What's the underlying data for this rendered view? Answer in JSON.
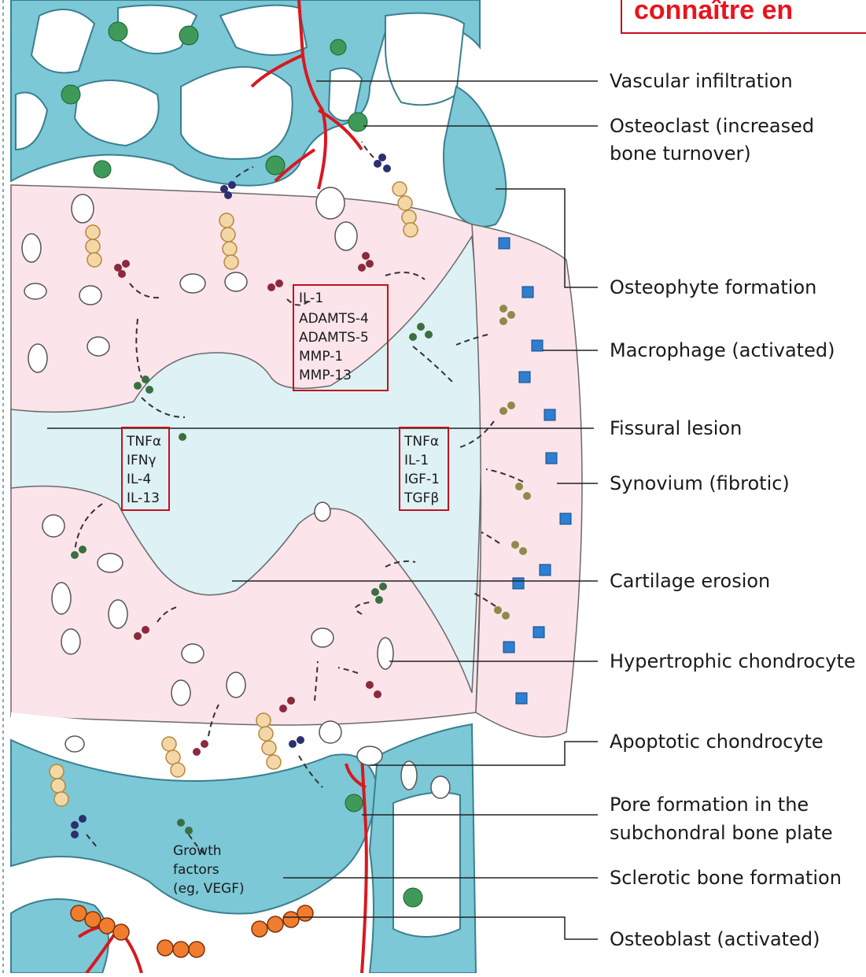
{
  "title_fragment": "connaître en",
  "labels": [
    "Vascular infiltration",
    "Osteoclast (increased",
    "bone turnover)",
    "Osteophyte formation",
    "Macrophage (activated)",
    "Fissural lesion",
    "Synovium (fibrotic)",
    "Cartilage erosion",
    "Hypertrophic chondrocyte",
    "Apoptotic chondrocyte",
    "Pore formation in the",
    "subchondral bone plate",
    "Sclerotic bone formation",
    "Osteoblast (activated)"
  ],
  "box_upper": [
    "IL-1",
    "ADAMTS-4",
    "ADAMTS-5",
    "MMP-1",
    "MMP-13"
  ],
  "box_left": [
    "TNFα",
    "IFNγ",
    "IL-4",
    "IL-13"
  ],
  "box_right": [
    "TNFα",
    "IL-1",
    "IGF-1",
    "TGFβ"
  ],
  "growth_factors": [
    "Growth",
    "factors",
    "(eg, VEGF)"
  ],
  "colors": {
    "bone": "#7cc8d6",
    "bone_edge": "#3a7f8f",
    "cartilage": "#fbe4ea",
    "fluid": "#def1f5",
    "vessel": "#d71920",
    "box_border": "#c1121f",
    "title": "#e8141e"
  }
}
